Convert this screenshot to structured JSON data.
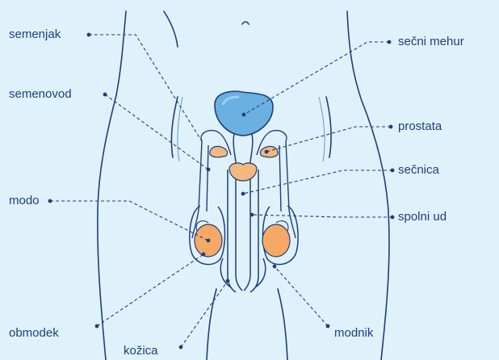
{
  "labels": {
    "semenjak": "semenjak",
    "semenovod": "semenovod",
    "modo": "modo",
    "obmodek": "obmodek",
    "kozica": "kožica",
    "secni_mehur": "sečni mehur",
    "prostata": "prostata",
    "secnica": "sečnica",
    "spolni_ud": "spolni ud",
    "modnik": "modnik"
  },
  "colors": {
    "background": "#dff1fb",
    "outline": "#1f3f78",
    "bladder": "#6ab0e0",
    "bladder_light": "#9cd0f0",
    "gland": "#f2b880",
    "testis": "#f6a965",
    "text": "#1f3f78"
  }
}
